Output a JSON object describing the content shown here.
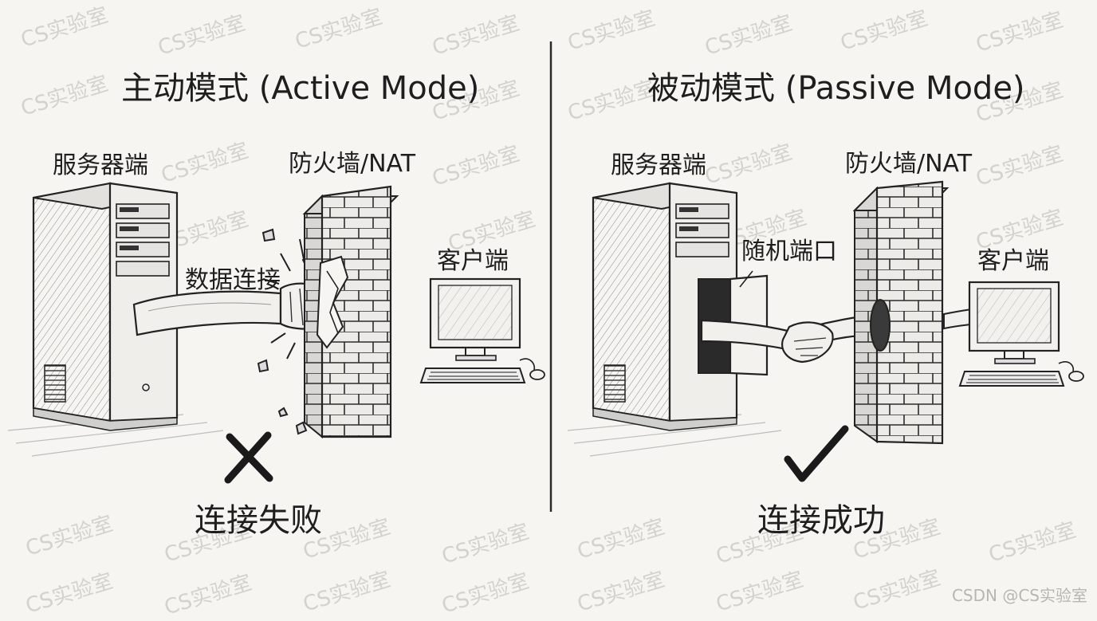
{
  "watermark_text": "CS实验室",
  "footer_credit": "CSDN @CS实验室",
  "active_mode": {
    "title": "主动模式 (Active Mode)",
    "server_label": "服务器端",
    "firewall_label": "防火墙/NAT",
    "client_label": "客户端",
    "arrow_label": "数据连接",
    "result_symbol": "cross",
    "result_text": "连接失败"
  },
  "passive_mode": {
    "title": "被动模式 (Passive Mode)",
    "server_label": "服务器端",
    "firewall_label": "防火墙/NAT",
    "client_label": "客户端",
    "port_label": "随机端口",
    "result_symbol": "check",
    "result_text": "连接成功"
  },
  "colors": {
    "ink": "#1e1e1e",
    "paper": "#f6f5f2",
    "watermark": "#d4d2cd"
  }
}
